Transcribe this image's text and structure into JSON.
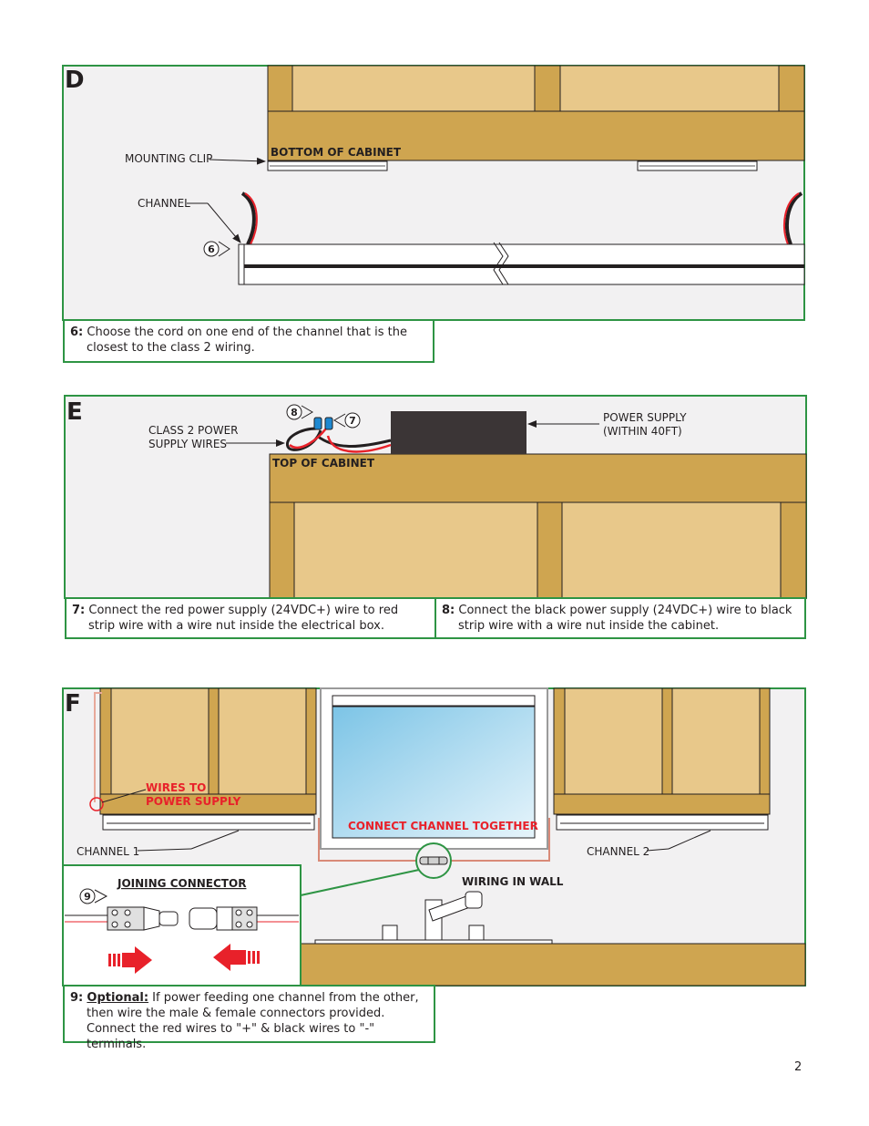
{
  "panel_d": {
    "letter": "D",
    "label_mounting_clip": "MOUNTING CLIP",
    "label_channel": "CHANNEL",
    "label_bottom_of_cabinet": "BOTTOM OF CABINET",
    "step_marker": "6",
    "note_num": "6:",
    "note_text": "Choose the cord on one end of the channel that is the closest to the class 2 wiring."
  },
  "panel_e": {
    "letter": "E",
    "label_class2_line1": "CLASS 2 POWER",
    "label_class2_line2": "SUPPLY WIRES",
    "label_power_line1": "POWER SUPPLY",
    "label_power_line2": "(WITHIN 40FT)",
    "label_top_of_cabinet": "TOP OF CABINET",
    "marker_8": "8",
    "marker_7": "7",
    "note7_num": "7:",
    "note7_text": "Connect the red power supply (24VDC+) wire to red strip wire with a wire nut inside the electrical box.",
    "note8_num": "8:",
    "note8_text": "Connect the black power supply (24VDC+) wire to black strip wire with a wire nut inside the cabinet."
  },
  "panel_f": {
    "letter": "F",
    "label_wires_line1": "WIRES TO",
    "label_wires_line2": "POWER SUPPLY",
    "label_connect": "CONNECT CHANNEL TOGETHER",
    "label_channel1": "CHANNEL 1",
    "label_channel2": "CHANNEL 2",
    "label_joining": "JOINING CONNECTOR",
    "label_wiring": "WIRING IN WALL",
    "step_marker": "9",
    "note_num": "9:",
    "note_optional": "Optional:",
    "note_text": "If power feeding one channel from the other, then wire the male & female connectors provided. Connect the red wires to \"+\" & black wires to \"-\" terminals."
  },
  "page_number": "2",
  "colors": {
    "frame_green": "#2e9444",
    "wood_dark": "#cfa550",
    "wood_light": "#e8c88a",
    "wire_red": "#e8212a",
    "power_supply_box": "#3b3536",
    "window_glass": "#8fcde8",
    "connector_blue": "#1e88d0"
  }
}
